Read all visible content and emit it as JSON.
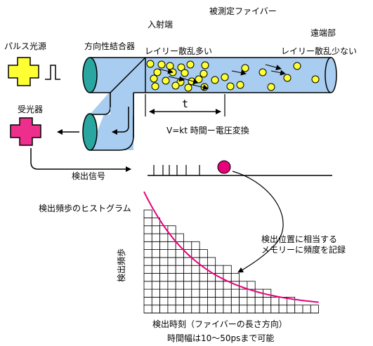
{
  "labels": {
    "pulse_source": "パルス光源",
    "coupler": "方向性結合器",
    "entrance": "入射端",
    "fiber_under_test": "被測定ファイバー",
    "far_end": "遠端部",
    "rayleigh_many": "レイリー散乱多い",
    "rayleigh_few": "レイリー散乱少ない",
    "receiver": "受光器",
    "time_symbol": "t",
    "conversion": "V=kt 時間ー電圧変換",
    "detection_signal": "検出信号",
    "histogram_title": "検出頻歩のヒストグラム",
    "memory_note_line1": "検出位置に相当する",
    "memory_note_line2": "メモリーに頻度を記録",
    "y_axis": "検出頻歩",
    "x_axis": "検出時刻（ファイバーの長さ方向）",
    "time_width": "時間幅は10〜50psまで可能"
  },
  "colors": {
    "fiber_fill": "#a8cdf0",
    "fiber_end": "#2aa6a0",
    "pulse_source": "#ffff33",
    "receiver": "#ee2e8c",
    "scatter_dot": "#ffff33",
    "detection_dot": "#e6007a",
    "fit_curve": "#e6007a"
  },
  "histogram": {
    "counts": [
      13,
      12,
      11,
      11,
      10,
      9,
      9,
      8,
      7,
      6,
      6,
      5,
      4,
      4,
      3,
      3,
      2,
      2,
      2,
      1,
      1,
      1
    ],
    "trend": "exponential decay"
  }
}
